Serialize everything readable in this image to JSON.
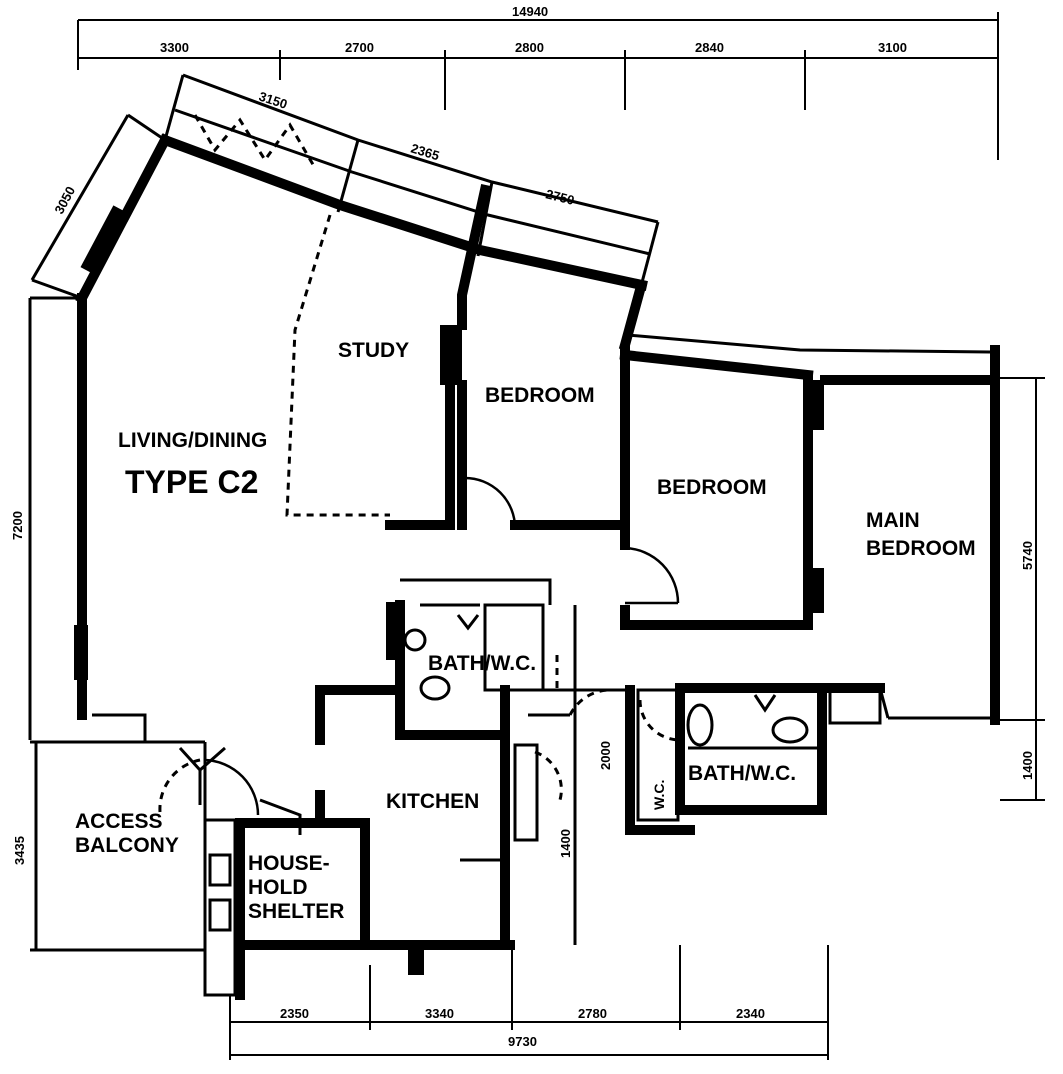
{
  "plan": {
    "type_label": "TYPE C2",
    "rooms": {
      "living_dining": "LIVING/DINING",
      "study": "STUDY",
      "bedroom_1": "BEDROOM",
      "bedroom_2": "BEDROOM",
      "main_bedroom_line1": "MAIN",
      "main_bedroom_line2": "BEDROOM",
      "bath_wc_1": "BATH/W.C.",
      "bath_wc_2": "BATH/W.C.",
      "kitchen": "KITCHEN",
      "access_balcony_line1": "ACCESS",
      "access_balcony_line2": "BALCONY",
      "shelter_line1": "HOUSE-",
      "shelter_line2": "HOLD",
      "shelter_line3": "SHELTER",
      "wc_small": "W.C."
    },
    "dimensions": {
      "top_overall": "14940",
      "top_segments": [
        "3300",
        "2700",
        "2800",
        "2840",
        "3100"
      ],
      "angled_segments": [
        "3150",
        "2365",
        "2750"
      ],
      "left_angled": "3050",
      "left_vertical": "7200",
      "left_lower": "3435",
      "right_upper": "5740",
      "right_lower": "1400",
      "bottom_overall": "9730",
      "bottom_segments": [
        "2350",
        "3340",
        "2780",
        "2340"
      ],
      "inner_kitchen": "2000",
      "inner_kitchen_2": "1400"
    }
  }
}
